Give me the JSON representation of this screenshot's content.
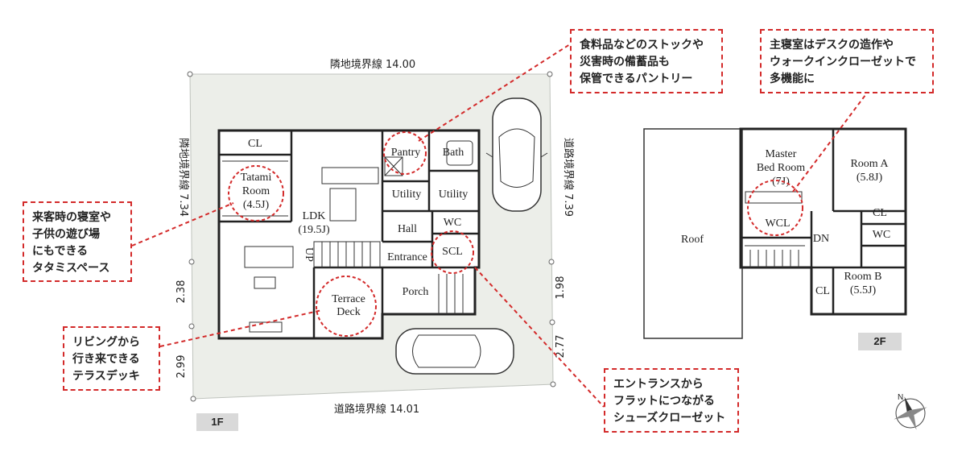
{
  "floor1": {
    "tag": "1F",
    "boundary": {
      "north": "隣地境界線 14.00",
      "south": "道路境界線 14.01",
      "west": "隣地境界線 7.34",
      "east": "道路境界線 7.39"
    },
    "dims": {
      "w1": "2.38",
      "w2": "2.99",
      "e1": "1.98",
      "e2": "2.77"
    },
    "rooms": {
      "cl": "CL",
      "tatami_1": "Tatami",
      "tatami_2": "Room",
      "tatami_3": "(4.5J)",
      "ldk_1": "LDK",
      "ldk_2": "(19.5J)",
      "pantry": "Pantry",
      "bath": "Bath",
      "utility_1": "Utility",
      "utility_2": "Utility",
      "hall": "Hall",
      "wc": "WC",
      "entrance": "Entrance",
      "scl": "SCL",
      "porch": "Porch",
      "up": "UP",
      "terrace_1": "Terrace",
      "terrace_2": "Deck"
    }
  },
  "floor2": {
    "tag": "2F",
    "rooms": {
      "roof": "Roof",
      "master_1": "Master",
      "master_2": "Bed Room",
      "master_3": "(7J)",
      "room_a_1": "Room A",
      "room_a_2": "(5.8J)",
      "cl_a": "CL",
      "wcl": "WCL",
      "dn": "DN",
      "wc": "WC",
      "room_b_1": "Room B",
      "room_b_2": "(5.5J)",
      "cl_b": "CL"
    }
  },
  "callouts": {
    "pantry": "食料品などのストックや\n災害時の備蓄品も\n保管できるパントリー",
    "master": "主寝室はデスクの造作や\nウォークインクローゼットで\n多機能に",
    "tatami": "来客時の寝室や\n子供の遊び場\nにもできる\nタタミスペース",
    "terrace": "リビングから\n行き来できる\nテラスデッキ",
    "entrance": "エントランスから\nフラットにつながる\nシューズクローゼット"
  },
  "colors": {
    "site_fill": "#eceee9",
    "callout_border": "#d32a2a",
    "tag_fill": "#d9d9d9"
  }
}
